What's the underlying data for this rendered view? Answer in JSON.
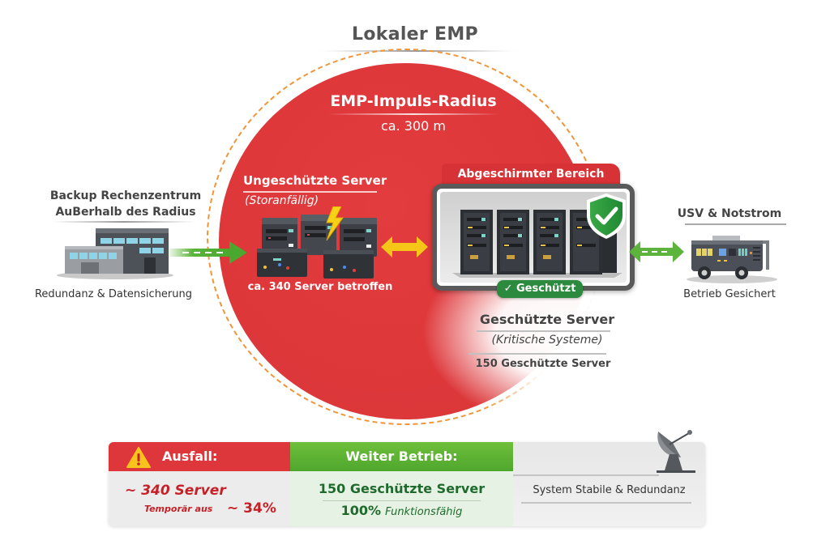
{
  "title": "Lokaler EMP",
  "emp_zone": {
    "title": "EMP-Impuls-Radius",
    "radius": "ca. 300 m"
  },
  "unprotected": {
    "title": "Ungeschützte Server",
    "subtitle": "(Storanfällig)",
    "count_label": "ca. 340 Server betroffen",
    "icons": [
      "server-rack-icon",
      "lightning-icon"
    ]
  },
  "backup": {
    "title_line1": "Backup Rechenzentrum",
    "title_line2": "AuBerhalb des Radius",
    "subtitle": "Redundanz & Datensicherung",
    "icon": "building-icon"
  },
  "shielded": {
    "label": "Abgeschirmter Bereich",
    "badge": "✓ Geschützt",
    "icon": "shield-check-icon"
  },
  "protected": {
    "title": "Geschützte Server",
    "subtitle": "(Kritische Systeme)",
    "count_label": "150 Geschützte Server"
  },
  "ups": {
    "title": "USV & Notstrom",
    "subtitle": "Betrieb Gesichert",
    "icon": "generator-icon"
  },
  "status": {
    "failure": {
      "label": "Ausfall:",
      "count": "~ 340 Server",
      "note": "Temporär aus",
      "percent": "~ 34%"
    },
    "continued": {
      "label": "Weiter Betrieb:",
      "count": "150 Geschützte Server",
      "percent": "100%",
      "note": "Funktionsfähig"
    },
    "system": {
      "text": "System Stabile & Redundanz",
      "icon": "satellite-dish-icon"
    }
  },
  "colors": {
    "emp_red": "#dd373a",
    "dash_orange": "#f0953a",
    "ok_green": "#4ea72d",
    "badge_green": "#2b8a3e",
    "arrow_yellow": "#f5c518"
  }
}
